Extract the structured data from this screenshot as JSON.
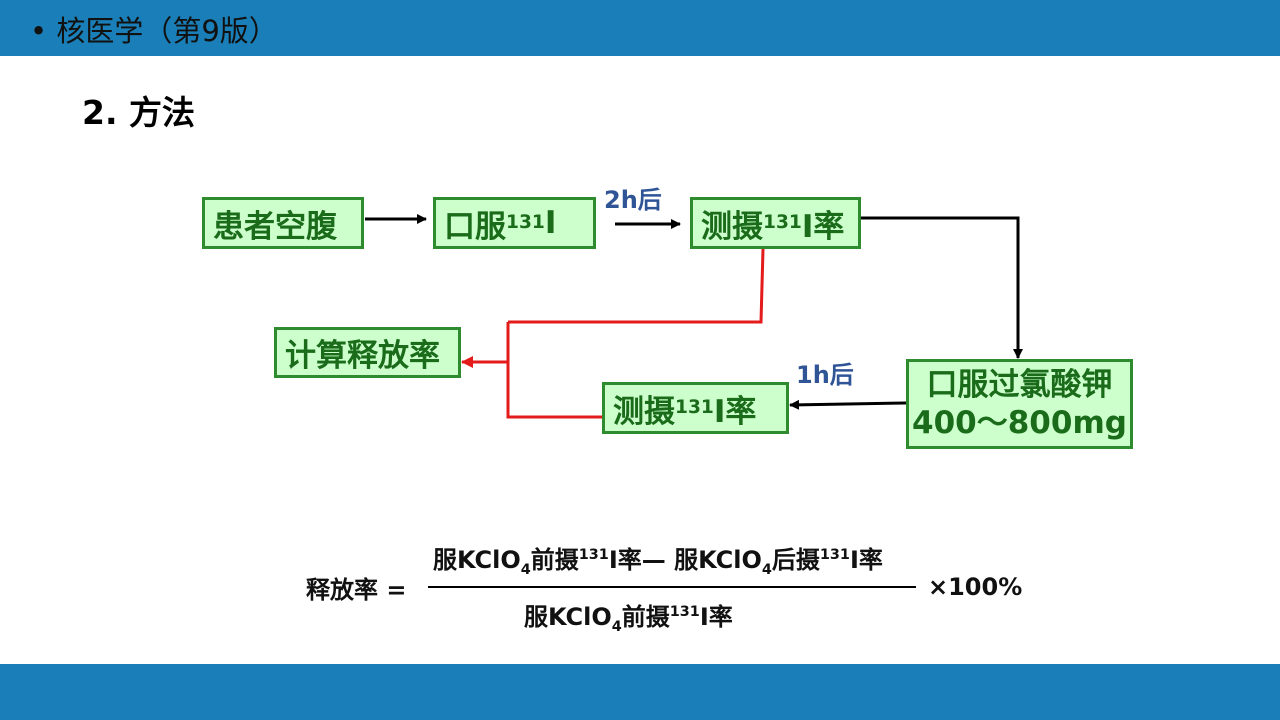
{
  "header": {
    "title": "• 核医学（第9版）"
  },
  "section_heading": "2. 方法",
  "flow": {
    "fasting": "患者空腹",
    "oral_i131": {
      "text": "口服",
      "sup": "131",
      "after": "I"
    },
    "measure1": {
      "text": "测摄",
      "sup": "131",
      "after": "I率"
    },
    "potassium": {
      "line1": "口服过氯酸钾",
      "line2": "400～800mg"
    },
    "measure2": {
      "text": "测摄",
      "sup": "131",
      "after": "I率"
    },
    "calc": "计算释放率",
    "delay1": "2h后",
    "delay2": "1h后"
  },
  "formula": {
    "label": "释放率 =",
    "num_a": "服KClO",
    "num_a_sub": "4",
    "num_b": "前摄",
    "num_b_sup": "131",
    "num_c": "I率— 服KClO",
    "num_c_sub": "4",
    "num_d": "后摄",
    "num_d_sup": "131",
    "num_e": "I率",
    "den_a": "服KClO",
    "den_a_sub": "4",
    "den_b": "前摄",
    "den_b_sup": "131",
    "den_c": "I率",
    "multiplier": "×100%"
  },
  "colors": {
    "bar": "#1a7fb8",
    "box_fill": "#ccffcc",
    "box_border": "#2e8b2e",
    "box_text": "#1a6b1a",
    "red_line": "#e31b1b",
    "note": "#2f5597"
  }
}
